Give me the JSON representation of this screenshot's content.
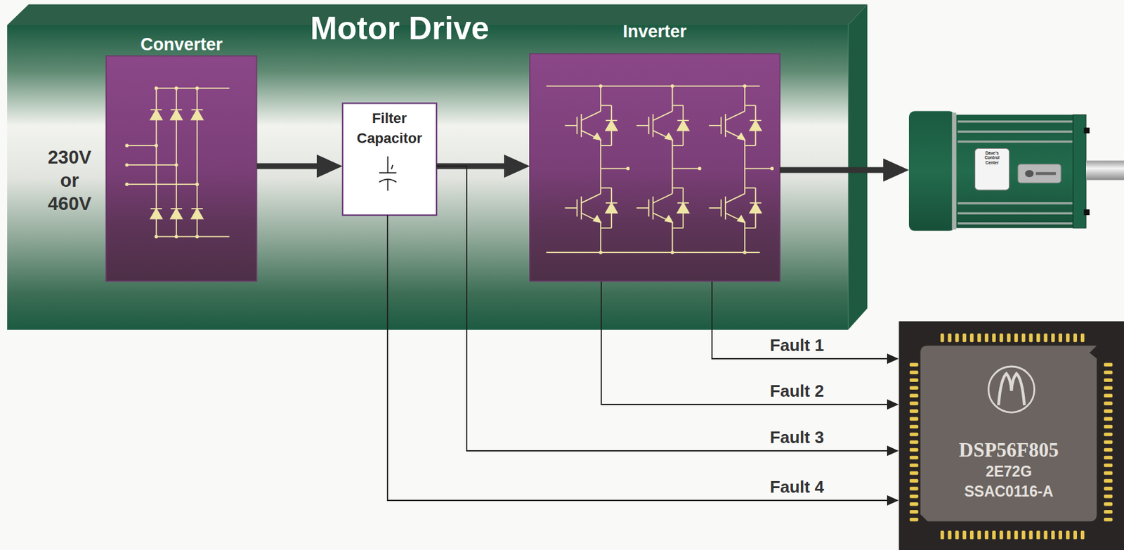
{
  "diagram": {
    "nodes": [
      {
        "text": [
          "Motor Drive"
        ]
      },
      {
        "text": [
          "Converter"
        ],
        "in": 0
      },
      {
        "text": [
          "Filter Capacitor"
        ],
        "in": 0
      },
      {
        "text": [
          "Inverter"
        ],
        "in": 0
      },
      {
        "text": [
          "Dave's Control Center"
        ]
      },
      {
        "text": [
          "DSP56F805",
          "2E72G",
          "SSAC0116-A"
        ]
      }
    ],
    "edges": [
      {
        "from": 1,
        "to": 2,
        "arrow": "to"
      },
      {
        "from": 2,
        "to": 3,
        "arrow": "to"
      },
      {
        "from": 3,
        "to": 4,
        "arrow": "to"
      },
      {
        "from": 3,
        "to": 5,
        "label": "Fault 1",
        "arrow": "to"
      },
      {
        "from": 3,
        "to": 5,
        "label": "Fault 2",
        "arrow": "to"
      },
      {
        "from": 2,
        "to": 5,
        "label": "Fault 3",
        "arrow": "to"
      },
      {
        "from": 2,
        "to": 5,
        "label": "Fault 4",
        "arrow": "to"
      }
    ],
    "labels": [
      "230V or 460V"
    ]
  }
}
